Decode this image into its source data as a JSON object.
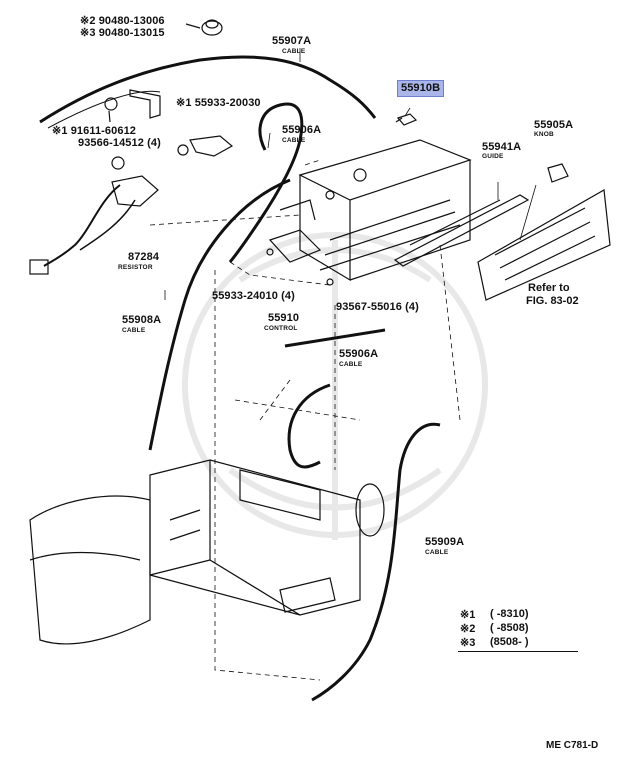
{
  "parts": {
    "p1_2": "※2 90480-13006",
    "p1_3": "※3 90480-13015",
    "cable_top": {
      "num": "55907A",
      "sub": "CABLE"
    },
    "highlight": "55910B",
    "p_55933_20030": "※1 55933-20030",
    "p_91611": "※1 91611-60612",
    "p_93566": "93566-14512 (4)",
    "cable_mid": {
      "num": "55906A",
      "sub": "CABLE"
    },
    "knob": {
      "num": "55905A",
      "sub": "KNOB"
    },
    "guide": {
      "num": "55941A",
      "sub": "GUIDE"
    },
    "resistor": {
      "num": "87284",
      "sub": "RESISTOR"
    },
    "refer_1": "Refer to",
    "refer_2": "FIG. 83-02",
    "p_55933_24010": "55933-24010 (4)",
    "p_93567": "93567-55016 (4)",
    "control": {
      "num": "55910",
      "sub": "CONTROL"
    },
    "cable_left": {
      "num": "55908A",
      "sub": "CABLE"
    },
    "cable_lower": {
      "num": "55906A",
      "sub": "CABLE"
    },
    "cable_right": {
      "num": "55909A",
      "sub": "CABLE"
    }
  },
  "legend": [
    {
      "key": "※1",
      "value": "(      -8310)"
    },
    {
      "key": "※2",
      "value": "(      -8508)"
    },
    {
      "key": "※3",
      "value": "(8508-        )"
    }
  ],
  "footer": "ME C781-D"
}
